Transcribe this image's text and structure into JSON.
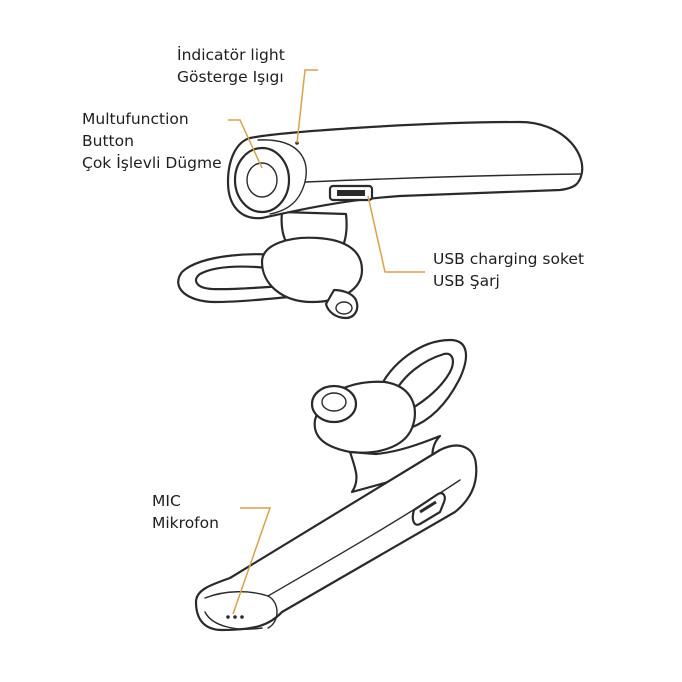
{
  "labels": {
    "indicator": {
      "en": "İndicatör light",
      "tr": "Gösterge Işıgı"
    },
    "multifunction": {
      "line1": "Multufunction",
      "line2": "Button",
      "tr": "Çok İşlevli Dügme"
    },
    "usb": {
      "en": "USB charging soket",
      "tr": "USB Şarj"
    },
    "mic": {
      "en": "MIC",
      "tr": "Mikrofon"
    }
  },
  "colors": {
    "leader_line": "#d9a14a",
    "ink": "#2a2a2a"
  }
}
